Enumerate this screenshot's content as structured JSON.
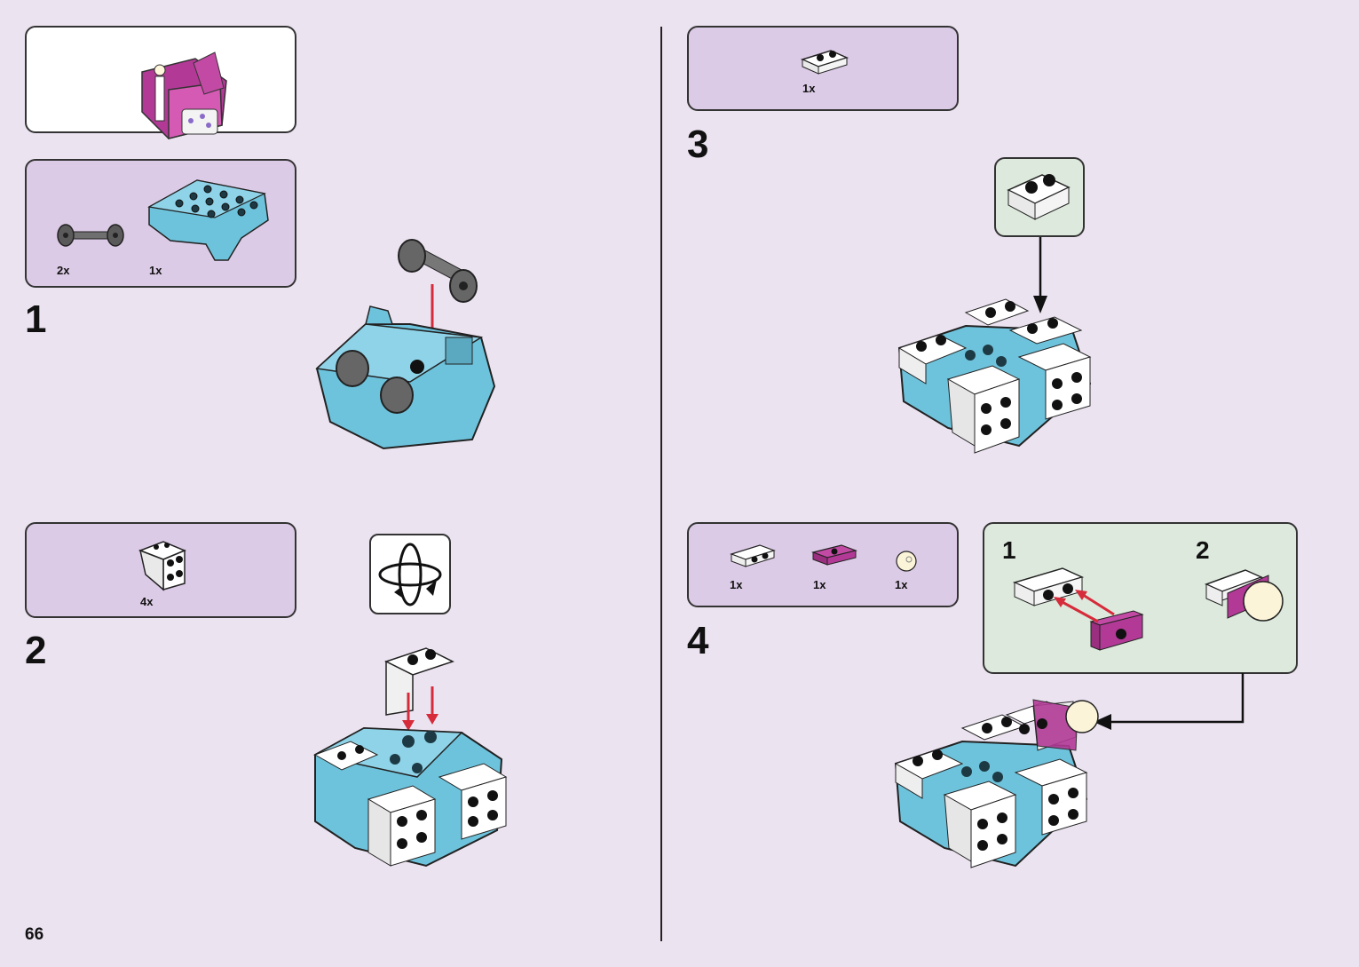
{
  "page_number": "66",
  "colors": {
    "background": "#ece3f1",
    "parts_box": "#dccbe6",
    "sub_assembly_box": "#dce9dc",
    "brick_blue": "#6ec3dc",
    "brick_white": "#ffffff",
    "brick_magenta": "#b23a96",
    "wheel_gray": "#6f6f6f",
    "insert_arrow": "#d62b3a"
  },
  "left_column": {
    "preview_box": {
      "image": "finished-model-preview"
    },
    "step1": {
      "number": "1",
      "parts": [
        {
          "image": "wheel-axle-gray",
          "qty": "2x"
        },
        {
          "image": "light-blue-chassis",
          "qty": "1x"
        }
      ]
    },
    "step2": {
      "number": "2",
      "parts": [
        {
          "image": "white-bracket-2x2",
          "qty": "4x"
        }
      ],
      "rotate_icon": "rotate-model-icon"
    }
  },
  "right_column": {
    "step3": {
      "number": "3",
      "parts": [
        {
          "image": "white-plate-1x2",
          "qty": "1x"
        }
      ]
    },
    "step4": {
      "number": "4",
      "parts": [
        {
          "image": "white-bracket-1x2",
          "qty": "1x"
        },
        {
          "image": "magenta-jumper-plate",
          "qty": "1x"
        },
        {
          "image": "cream-round-brick",
          "qty": "1x"
        }
      ],
      "sub_assembly": {
        "sub1": "1",
        "sub2": "2"
      }
    }
  }
}
